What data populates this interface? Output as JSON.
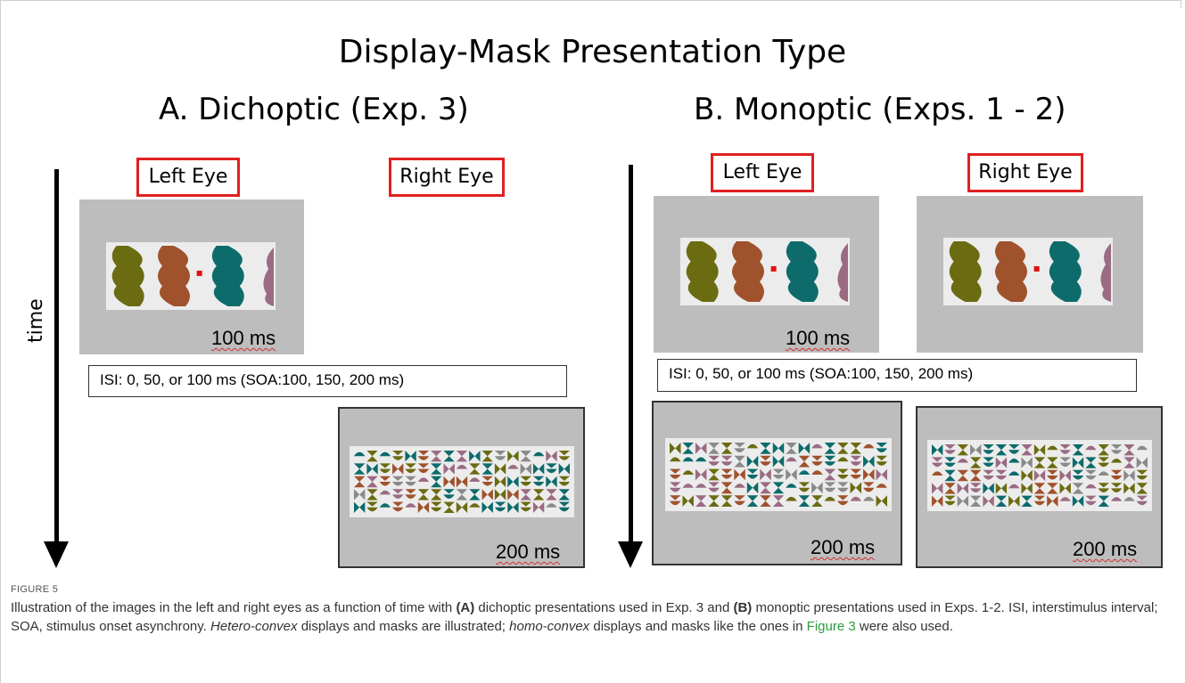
{
  "title": "Display-Mask Presentation Type",
  "panel_a": {
    "title": "A. Dichoptic (Exp. 3)",
    "left_eye": "Left Eye",
    "right_eye": "Right Eye",
    "display_duration": "100 ms",
    "isi": "ISI: 0, 50, or 100 ms  (SOA:100, 150, 200 ms)",
    "mask_duration": "200 ms"
  },
  "panel_b": {
    "title": "B. Monoptic (Exps. 1 - 2)",
    "left_eye": "Left Eye",
    "right_eye": "Right Eye",
    "display_duration": "100 ms",
    "isi": "ISI: 0, 50, or 100 ms  (SOA:100, 150, 200 ms)",
    "mask_duration_left": "200 ms",
    "mask_duration_right": "200 ms"
  },
  "time_label": "time",
  "figure_label": "FIGURE 5",
  "caption": {
    "p1": "Illustration of the images in the left and right eyes as a function of time with ",
    "a": "(A)",
    "p2": " dichoptic presentations used in Exp. 3 and ",
    "b": "(B)",
    "p3": " monoptic presentations used in Exps. 1-2. ISI, interstimulus interval; SOA, stimulus onset asynchrony. ",
    "hetero": "Hetero-convex",
    "p4": " displays and masks are illustrated; ",
    "homo": "homo-convex",
    "p5": " displays and masks like the ones in ",
    "link": "Figure 3",
    "p6": " were also used."
  },
  "colors": {
    "olive": "#6b6b12",
    "brown": "#a0522d",
    "teal": "#0d6b6b",
    "mauve": "#9a6b82",
    "gray": "#8a8a8a",
    "eye_box_border": "#e02020",
    "display_bg": "#bdbdbd",
    "link": "#2a9d3a"
  }
}
